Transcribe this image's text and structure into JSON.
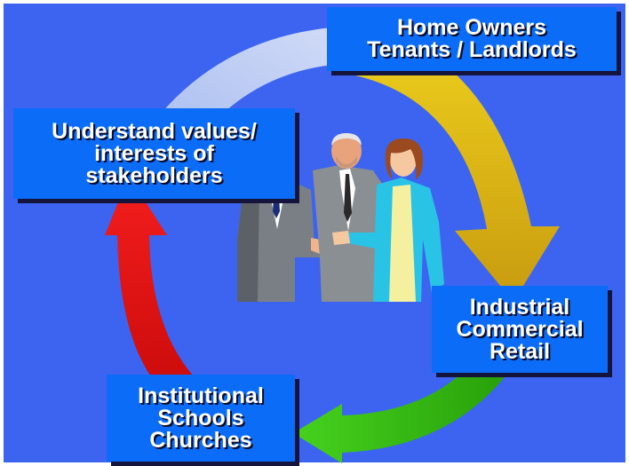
{
  "slide": {
    "colors": {
      "background": "#3c64f0",
      "label_box": "#0a6cf7",
      "arrow_top": "#b4c8f5",
      "arrow_right": "#e6b914",
      "arrow_bottom": "#3cc814",
      "arrow_left": "#eb1414"
    },
    "labels": {
      "home_owners": [
        "Home Owners",
        "Tenants / Landlords"
      ],
      "industrial": [
        "Industrial",
        "Commercial",
        "Retail"
      ],
      "institutional": [
        "Institutional",
        "Schools",
        "Churches"
      ],
      "stakeholders": [
        "Understand values/",
        "interests of",
        "stakeholders"
      ]
    },
    "clipart": {
      "icon": "business-people-handshake-icon"
    }
  }
}
